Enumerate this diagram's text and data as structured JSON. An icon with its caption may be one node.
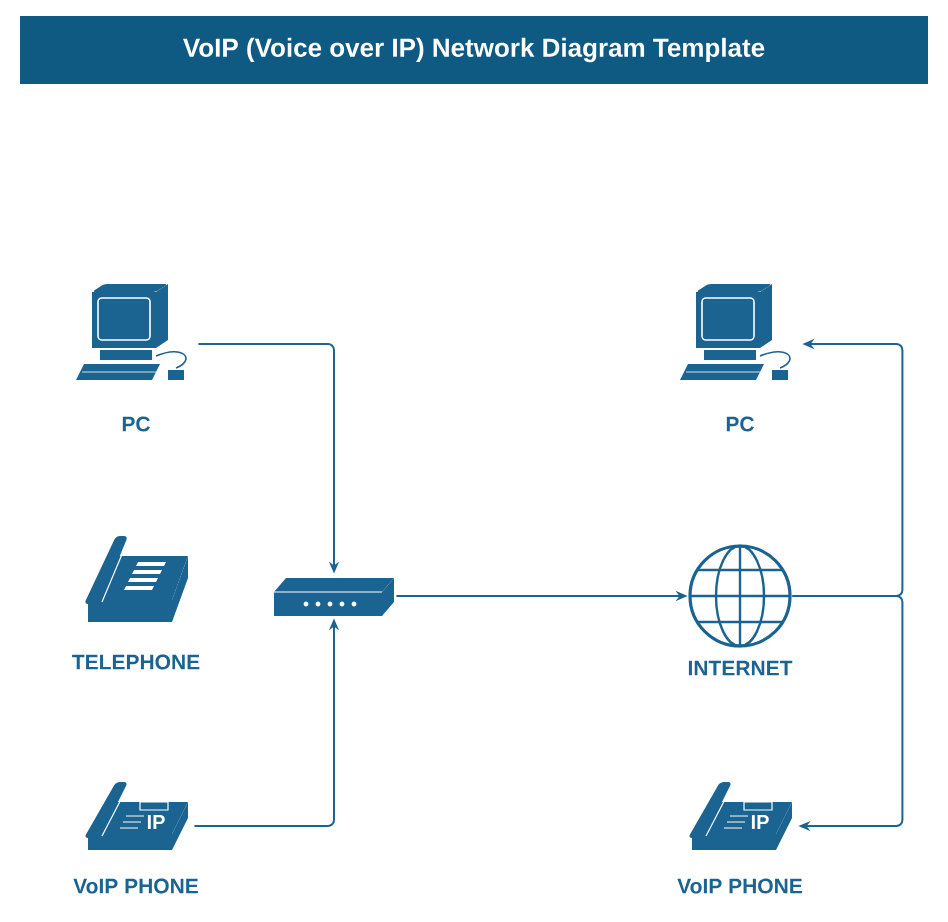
{
  "diagram": {
    "title": "VoIP (Voice over IP) Network Diagram Template",
    "nodes": [
      {
        "text": [
          "PC"
        ]
      },
      {
        "text": [
          "PC"
        ]
      },
      {
        "text": [
          "TELEPHONE"
        ]
      },
      {
        "text": [],
        "shape": "picture"
      },
      {
        "text": [
          "INTERNET"
        ]
      },
      {
        "text": [
          "IP",
          "VoIP PHONE"
        ]
      },
      {
        "text": [
          "IP",
          "VoIP PHONE"
        ]
      }
    ],
    "edges": [
      {
        "from": 0,
        "to": 3,
        "arrow": "to"
      },
      {
        "from": 5,
        "to": 3,
        "arrow": "to"
      },
      {
        "from": 3,
        "to": 4,
        "arrow": "to"
      },
      {
        "from": 4,
        "to": 1,
        "arrow": "to"
      },
      {
        "from": 4,
        "to": 6,
        "arrow": "to"
      }
    ]
  }
}
